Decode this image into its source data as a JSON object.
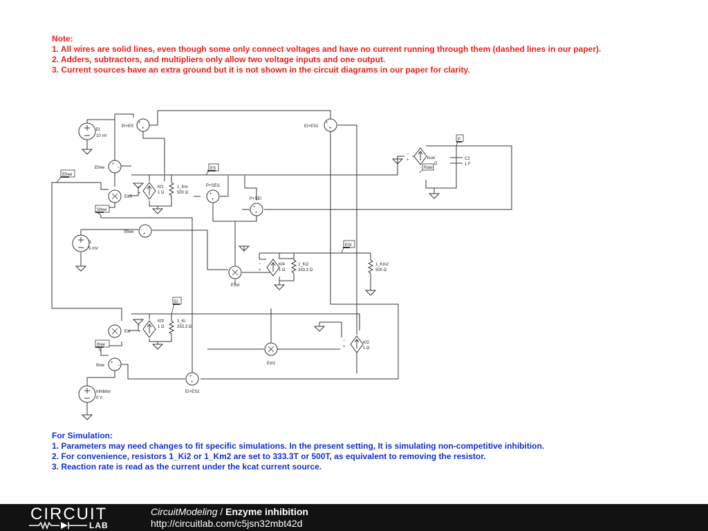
{
  "notes": {
    "heading": "Note:",
    "items": [
      "1. All wires are solid lines, even though some only connect voltages and have no current running through them (dashed lines in our paper).",
      "2. Adders, subtractors, and multipliers only allow two voltage inputs and one output.",
      "3. Current sources have an extra ground but it is not shown in the circuit diagrams in our paper for clarity."
    ]
  },
  "simulation": {
    "heading": "For Simulation:",
    "items": [
      "1. Parameters may need changes to fit specific simulations. In the present setting, It is simulating non-competitive inhibition.",
      "2. For convenience, resistors 1_Ki2 or 1_Km2 are set to 333.3T or 500T, as equivalent to removing the resistor.",
      "3. Reaction rate is read as the current under the kcat current source."
    ]
  },
  "colors": {
    "notes": "#e8201a",
    "simulation": "#1030d0",
    "footer_bg": "#121212",
    "wire": "#333333"
  },
  "circuit": {
    "sources": [
      {
        "name": "Et",
        "value": "10 nV"
      },
      {
        "name": "S",
        "value": "5 mV"
      },
      {
        "name": "Inhibitor",
        "value": "0 V"
      }
    ],
    "adders": [
      "EI+ES",
      "EI+ES1",
      "P+SEI1",
      "P+SEI",
      "EI+ES2"
    ],
    "subtractors": [
      "Efree",
      "Sfree",
      "Ifree"
    ],
    "multipliers": [
      "ExS",
      "ESxI",
      "ExI",
      "ExI1"
    ],
    "current_sources": [
      {
        "name": "Kf1",
        "value": "1 Ω"
      },
      {
        "name": "Kf4",
        "value": "1 Ω"
      },
      {
        "name": "Kf3",
        "value": "1 Ω"
      },
      {
        "name": "Kf2",
        "value": "1 Ω"
      },
      {
        "name": "kcat",
        "value": "Ω"
      }
    ],
    "resistors": [
      {
        "name": "1_Km",
        "value": "500 Ω"
      },
      {
        "name": "1_Ki2",
        "value": "333.3 Ω"
      },
      {
        "name": "1_Km2",
        "value": "500 Ω"
      },
      {
        "name": "1_Ki",
        "value": "333.3 Ω"
      }
    ],
    "capacitor": {
      "name": "C2",
      "value": "1 F"
    },
    "node_flags": [
      "Efree",
      "Sfree",
      "Ifree",
      "ES",
      "ESI",
      "EI",
      "P",
      "Rate"
    ]
  },
  "footer": {
    "logo_top": "CIRCUIT",
    "logo_bottom": "LAB",
    "project": "CircuitModeling",
    "separator": " / ",
    "title": "Enzyme inhibition",
    "url": "http://circuitlab.com/c5jsn32mbt42d"
  }
}
